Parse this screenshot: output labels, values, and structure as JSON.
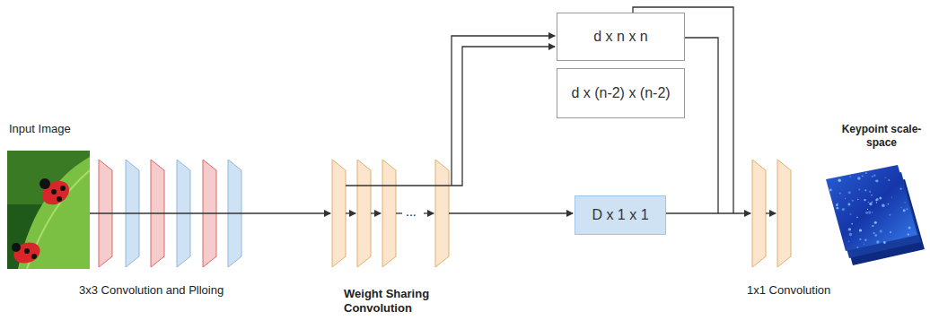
{
  "diagram": {
    "nodes": [
      {
        "text": [
          "d x n x n"
        ]
      },
      {
        "text": [
          "d x (n-2) x (n-2)"
        ]
      },
      {
        "text": [
          "D x 1 x 1"
        ]
      }
    ],
    "labels": [
      "Input Image",
      "3x3 Convolution and Plloing",
      "...",
      "Weight Sharing Convolution",
      "1x1 Convolution",
      "Keypoint scale-space"
    ]
  }
}
